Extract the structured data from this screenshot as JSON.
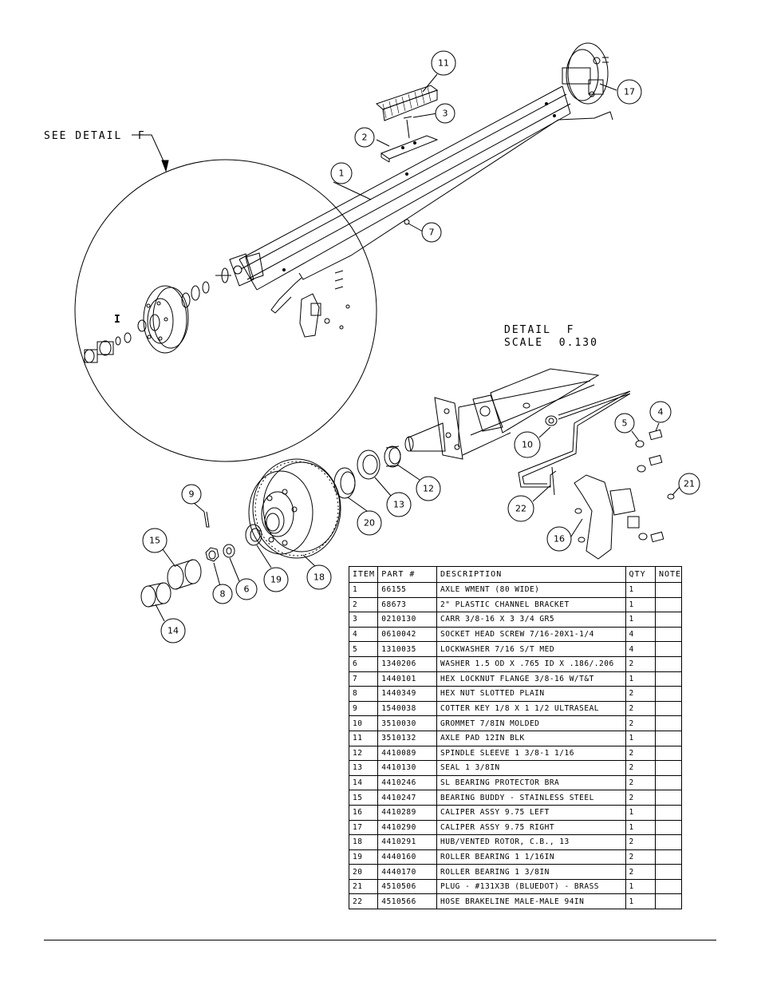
{
  "labels": {
    "see_detail": "SEE DETAIL  F",
    "detail_title": "DETAIL  F",
    "detail_scale": "SCALE  0.130",
    "stray_mark": "I"
  },
  "callouts": [
    "1",
    "2",
    "3",
    "4",
    "5",
    "6",
    "7",
    "8",
    "9",
    "10",
    "11",
    "12",
    "13",
    "14",
    "15",
    "16",
    "17",
    "18",
    "19",
    "20",
    "21",
    "22"
  ],
  "table": {
    "headers": [
      "ITEM",
      "PART #",
      "DESCRIPTION",
      "QTY",
      "NOTE"
    ],
    "rows": [
      {
        "item": "1",
        "part": "66155",
        "desc": "AXLE WMENT (80 WIDE)",
        "qty": "1",
        "note": ""
      },
      {
        "item": "2",
        "part": "68673",
        "desc": "2\" PLASTIC CHANNEL BRACKET",
        "qty": "1",
        "note": ""
      },
      {
        "item": "3",
        "part": "0210130",
        "desc": "CARR 3/8-16 X 3 3/4 GR5",
        "qty": "1",
        "note": ""
      },
      {
        "item": "4",
        "part": "0610042",
        "desc": "SOCKET HEAD SCREW 7/16-20X1-1/4",
        "qty": "4",
        "note": ""
      },
      {
        "item": "5",
        "part": "1310035",
        "desc": "LOCKWASHER 7/16 S/T MED",
        "qty": "4",
        "note": ""
      },
      {
        "item": "6",
        "part": "1340206",
        "desc": "WASHER 1.5 OD X .765 ID X .186/.206",
        "qty": "2",
        "note": ""
      },
      {
        "item": "7",
        "part": "1440101",
        "desc": "HEX LOCKNUT FLANGE 3/8-16 W/T&T",
        "qty": "1",
        "note": ""
      },
      {
        "item": "8",
        "part": "1440349",
        "desc": "HEX NUT SLOTTED PLAIN",
        "qty": "2",
        "note": ""
      },
      {
        "item": "9",
        "part": "1540038",
        "desc": "COTTER KEY 1/8 X 1 1/2 ULTRASEAL",
        "qty": "2",
        "note": ""
      },
      {
        "item": "10",
        "part": "3510030",
        "desc": "GROMMET  7/8IN MOLDED",
        "qty": "2",
        "note": ""
      },
      {
        "item": "11",
        "part": "3510132",
        "desc": "AXLE PAD 12IN  BLK",
        "qty": "1",
        "note": ""
      },
      {
        "item": "12",
        "part": "4410089",
        "desc": "SPINDLE SLEEVE  1 3/8-1 1/16",
        "qty": "2",
        "note": ""
      },
      {
        "item": "13",
        "part": "4410130",
        "desc": "SEAL  1 3/8IN",
        "qty": "2",
        "note": ""
      },
      {
        "item": "14",
        "part": "4410246",
        "desc": "SL BEARING PROTECTOR BRA",
        "qty": "2",
        "note": ""
      },
      {
        "item": "15",
        "part": "4410247",
        "desc": "BEARING BUDDY - STAINLESS STEEL",
        "qty": "2",
        "note": ""
      },
      {
        "item": "16",
        "part": "4410289",
        "desc": "CALIPER ASSY 9.75 LEFT",
        "qty": "1",
        "note": ""
      },
      {
        "item": "17",
        "part": "4410290",
        "desc": "CALIPER ASSY 9.75 RIGHT",
        "qty": "1",
        "note": ""
      },
      {
        "item": "18",
        "part": "4410291",
        "desc": "HUB/VENTED ROTOR, C.B.,  13",
        "qty": "2",
        "note": ""
      },
      {
        "item": "19",
        "part": "4440160",
        "desc": "ROLLER BEARING   1 1/16IN",
        "qty": "2",
        "note": ""
      },
      {
        "item": "20",
        "part": "4440170",
        "desc": "ROLLER BEARING   1 3/8IN",
        "qty": "2",
        "note": ""
      },
      {
        "item": "21",
        "part": "4510506",
        "desc": "PLUG - #131X3B (BLUEDOT) - BRASS",
        "qty": "1",
        "note": ""
      },
      {
        "item": "22",
        "part": "4510566",
        "desc": "HOSE BRAKELINE MALE-MALE 94IN",
        "qty": "1",
        "note": ""
      }
    ]
  }
}
